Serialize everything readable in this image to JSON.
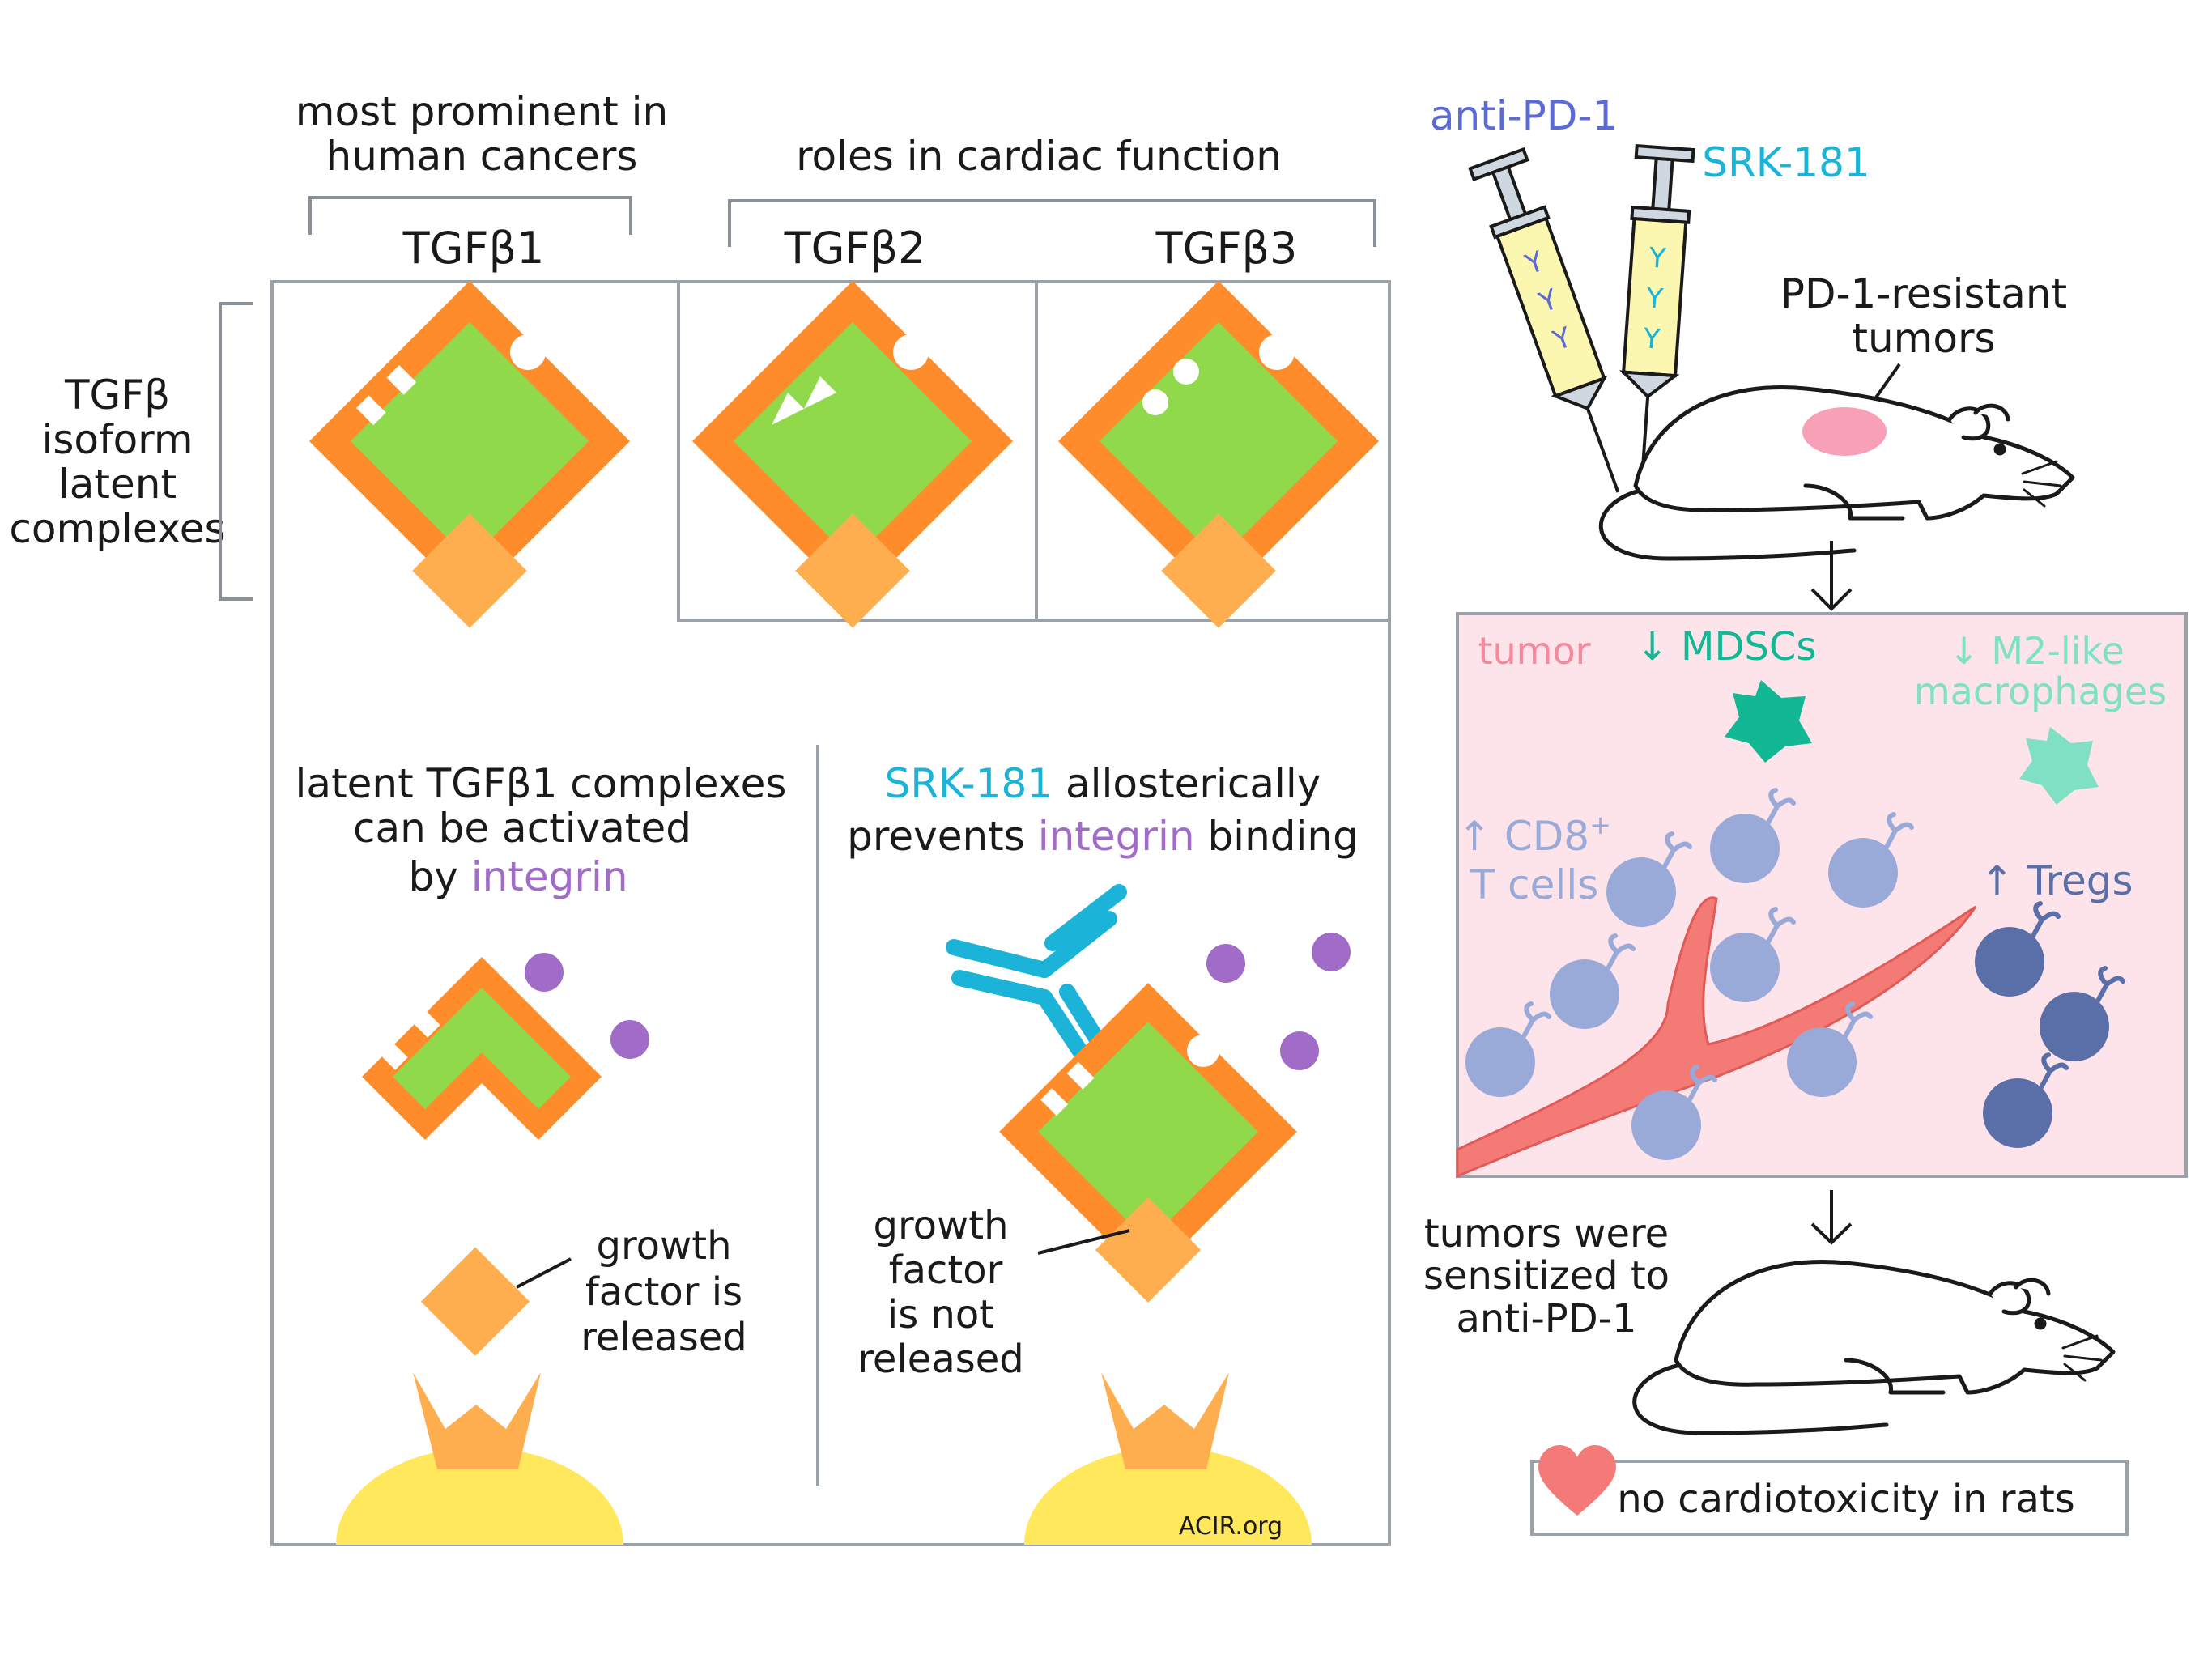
{
  "headers": {
    "prominent": [
      "most prominent in",
      "human cancers"
    ],
    "cardiac": "roles in cardiac function",
    "isoforms": [
      "TGFβ1",
      "TGFβ2",
      "TGFβ3"
    ],
    "row_label": [
      "TGFβ",
      "isoform",
      "latent",
      "complexes"
    ]
  },
  "activation": {
    "line1": "latent TGFβ1  complexes",
    "line2": "can be activated",
    "line3_prefix": "by ",
    "line3_colored": "integrin",
    "released": [
      "growth",
      "factor is",
      "released"
    ]
  },
  "blocking": {
    "line1_colored": "SRK-181",
    "line1_rest": " allosterically",
    "line2_prefix": "prevents ",
    "line2_colored": "integrin",
    "line2_suffix": " binding",
    "not_released": [
      "growth",
      "factor",
      "is not",
      "released"
    ]
  },
  "watermark": "ACIR.org",
  "treatment": {
    "anti_pd1": "anti-PD-1",
    "srk181": "SRK-181",
    "tumor_label": [
      "PD-1-resistant",
      "tumors"
    ]
  },
  "tme": {
    "tumor": "tumor",
    "mdsc": "↓ MDSCs",
    "m2": [
      "↓ M2-like",
      "macrophages"
    ],
    "cd8_line1": "↑ CD8",
    "cd8_sup": "+",
    "cd8_line2": "T cells",
    "tregs": "↑ Tregs"
  },
  "outcome": {
    "sensitized": [
      "tumors were",
      "sensitized to",
      "anti-PD-1"
    ],
    "no_cardio": "no cardiotoxicity in rats"
  },
  "colors": {
    "orange": "#ff8c2a",
    "green": "#8fd94a",
    "gf": "#ffae4f",
    "integrin": "#a06cc8",
    "antibody": "#1bb4d8",
    "tumor_bg": "#fce4ea",
    "blue_cell": "#9aaad8",
    "treg": "#5a6ea8",
    "mdsc": "#12b894",
    "m2": "#7fe0c4",
    "vessel": "#f47a76",
    "yellow": "#ffe85c",
    "antipd1_text": "#5b6ad6",
    "heart": "#f47a7a"
  }
}
